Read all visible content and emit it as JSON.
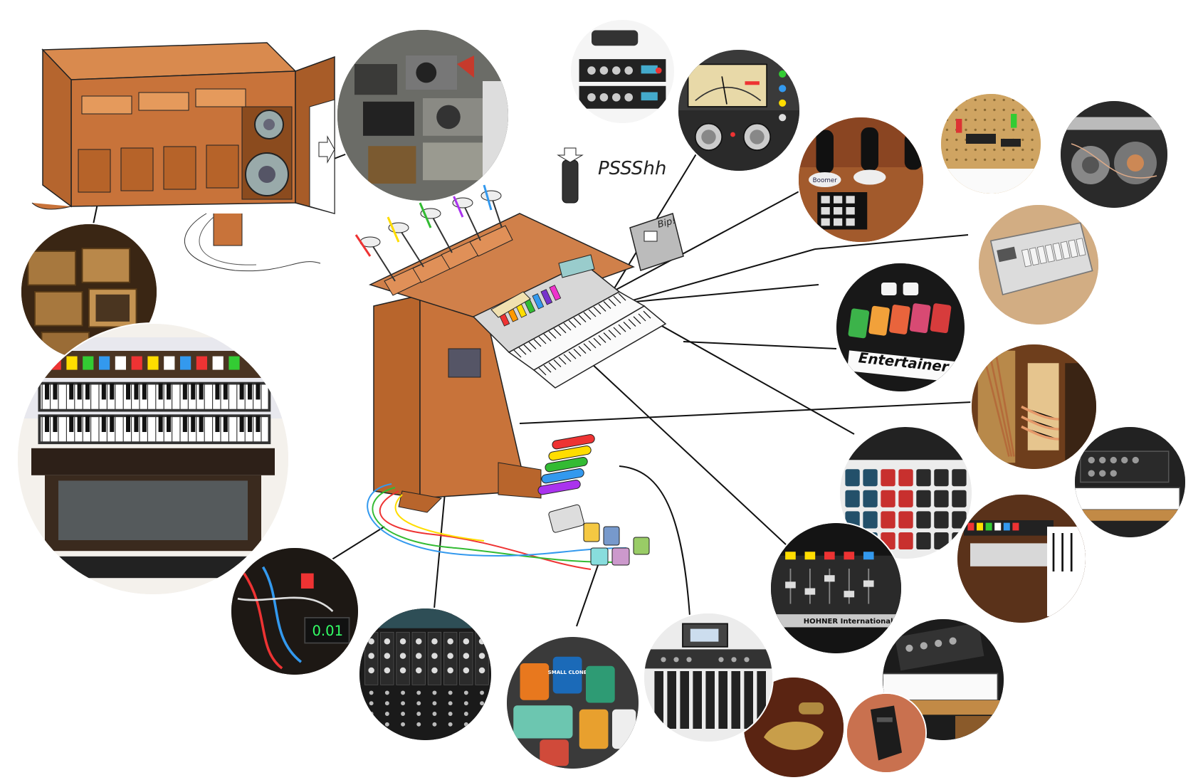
{
  "annotations": {
    "sound_effect": "PSSShh",
    "beep": "Bip!"
  },
  "photo_labels": {
    "boomer": "Boomer",
    "entertainer": "Entertainer",
    "hohner": "HOHNER International",
    "vu_counter": "0.01",
    "pedal_small_clone": "SMALL CLONE"
  },
  "colors": {
    "organ_wood": "#c8733a",
    "organ_dark": "#8a4a1e",
    "line": "#111111",
    "photo_bg": "#2a2520"
  }
}
